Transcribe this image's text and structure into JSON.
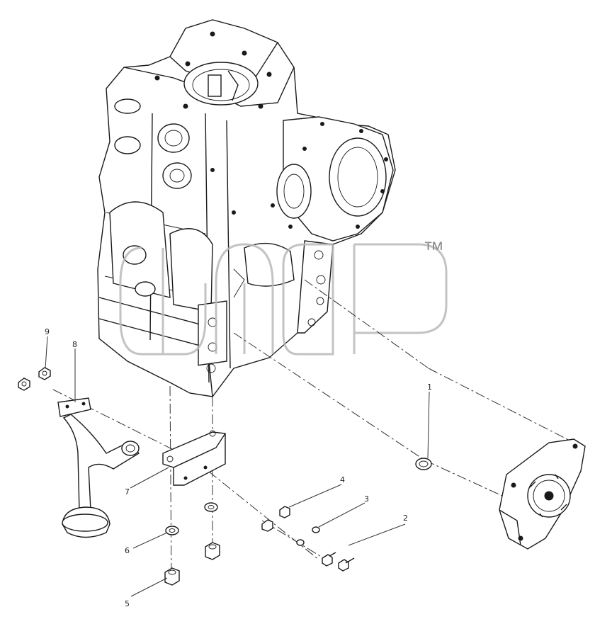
{
  "watermark": {
    "mark": "™"
  },
  "callouts": [
    {
      "id": "1",
      "label": "1"
    },
    {
      "id": "2",
      "label": "2"
    },
    {
      "id": "3",
      "label": "3"
    },
    {
      "id": "4",
      "label": "4"
    },
    {
      "id": "5",
      "label": "5"
    },
    {
      "id": "6",
      "label": "6"
    },
    {
      "id": "7",
      "label": "7"
    },
    {
      "id": "8",
      "label": "8"
    },
    {
      "id": "9",
      "label": "9"
    }
  ],
  "colors": {
    "line": "#1a1a1a",
    "watermark": "#b8b8b8",
    "background": "#ffffff"
  }
}
